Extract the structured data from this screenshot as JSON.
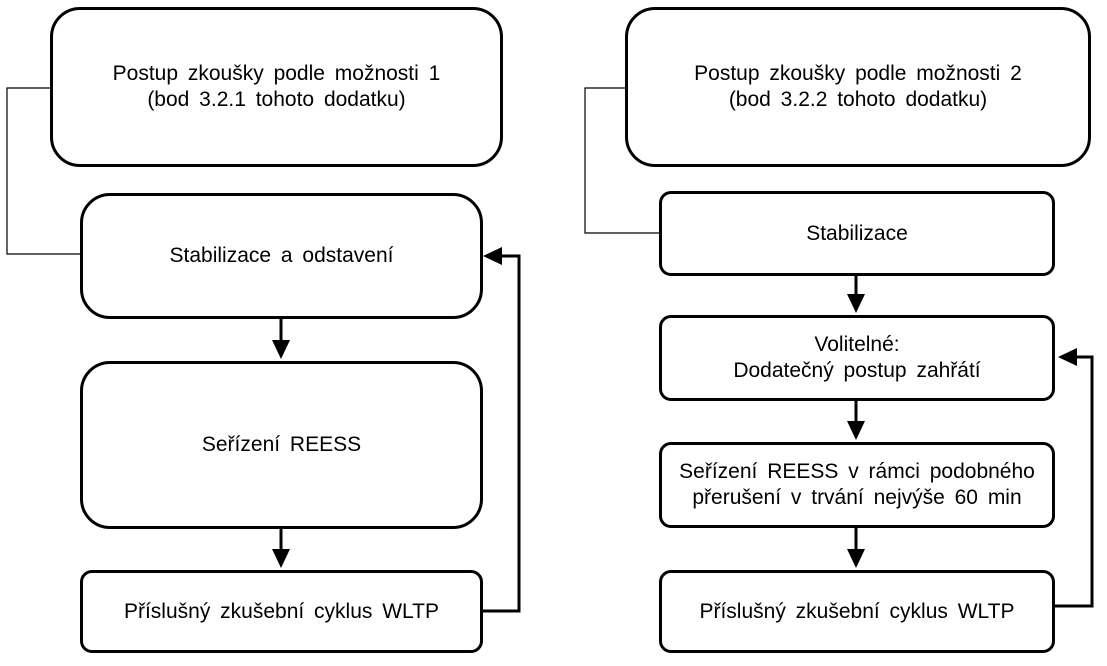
{
  "left": {
    "header": "Postup zkoušky podle možnosti 1\n(bod 3.2.1 tohoto dodatku)",
    "step1": "Stabilizace a odstavení",
    "step2": "Seřízení REESS",
    "step3": "Příslušný zkušební cyklus WLTP"
  },
  "right": {
    "header": "Postup zkoušky podle možnosti 2\n(bod 3.2.2 tohoto dodatku)",
    "step1": "Stabilizace",
    "step2": "Volitelné:\nDodatečný postup zahřátí",
    "step3": "Seřízení REESS v rámci podobného\npřerušení v trvání nejvýše 60 min",
    "step4": "Příslušný zkušební cyklus WLTP"
  },
  "colors": {
    "stroke": "#000000",
    "background": "#ffffff"
  }
}
